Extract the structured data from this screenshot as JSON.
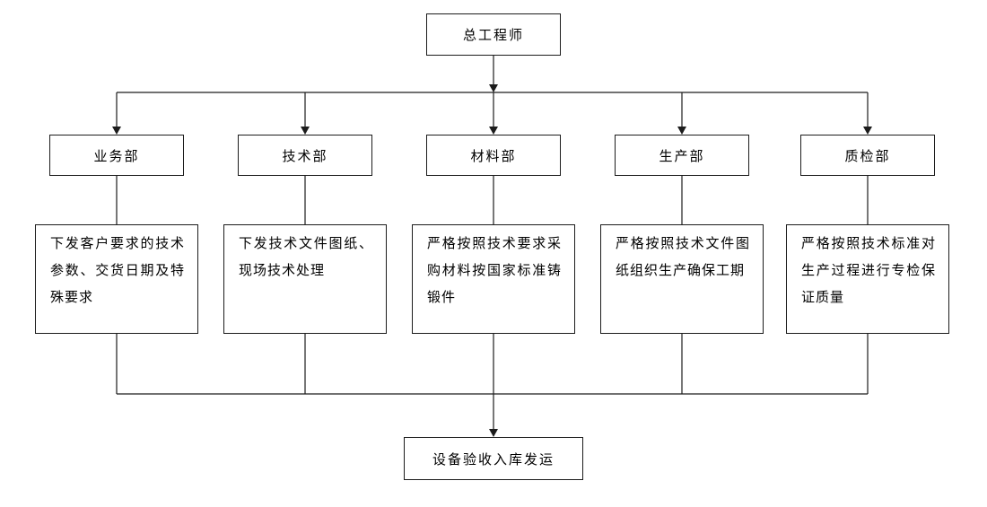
{
  "colors": {
    "line": "#1c1c1c",
    "text": "#000000",
    "background": "#ffffff"
  },
  "chief": {
    "label": "总工程师"
  },
  "departments": [
    {
      "label": "业务部",
      "duty": "下发客户要求的技术参数、交货日期及特殊要求"
    },
    {
      "label": "技术部",
      "duty": "下发技术文件图纸、现场技术处理"
    },
    {
      "label": "材料部",
      "duty": "严格按照技术要求采购材料按国家标准铸锻件"
    },
    {
      "label": "生产部",
      "duty": "严格按照技术文件图纸组织生产确保工期"
    },
    {
      "label": "质检部",
      "duty": "严格按照技术标准对生产过程进行专检保证质量"
    }
  ],
  "outcome": {
    "label": "设备验收入库发运"
  },
  "icons": {
    "arrow_down": "arrowhead-down-icon"
  }
}
